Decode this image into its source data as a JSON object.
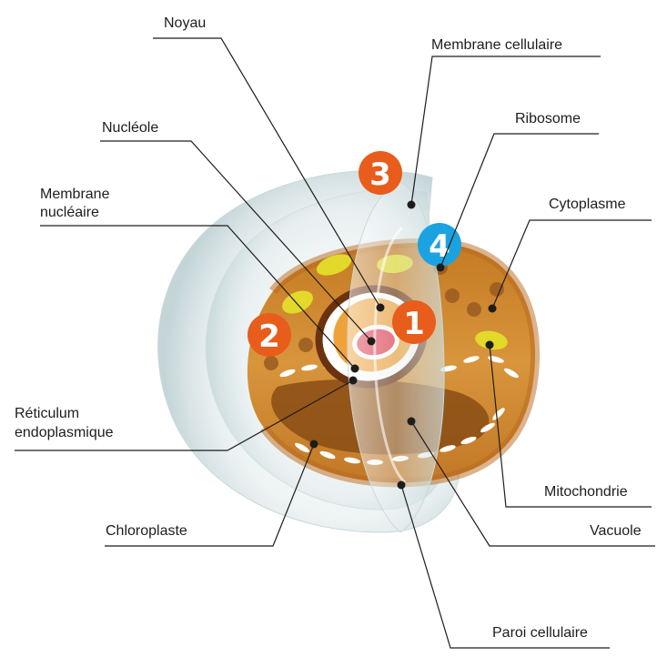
{
  "labels": {
    "noyau": "Noyau",
    "membrane_cellulaire": "Membrane cellulaire",
    "nucleole": "Nucléole",
    "ribosome": "Ribosome",
    "membrane_nucleaire_1": "Membrane",
    "membrane_nucleaire_2": "nucléaire",
    "cytoplasme": "Cytoplasme",
    "reticulum_1": "Réticulum",
    "reticulum_2": "endoplasmique",
    "mitochondrie": "Mitochondrie",
    "chloroplaste": "Chloroplaste",
    "vacuole": "Vacuole",
    "paroi_cellulaire": "Paroi cellulaire"
  },
  "badges": [
    {
      "number": "1",
      "color": "#e85c1c"
    },
    {
      "number": "2",
      "color": "#e85c1c"
    },
    {
      "number": "3",
      "color": "#e85c1c"
    },
    {
      "number": "4",
      "color": "#1aa3e0"
    }
  ],
  "colors": {
    "cytoplasm": "#d08a30",
    "cytoplasm_dark": "#8a4c14",
    "nucleus_outer": "#6b3210",
    "nucleus_inner": "#f0a23a",
    "nucleolus": "#e23a4e",
    "chloroplast": "#e2d92a",
    "wall": "#dfe9ea",
    "line": "#1d1d1b"
  }
}
